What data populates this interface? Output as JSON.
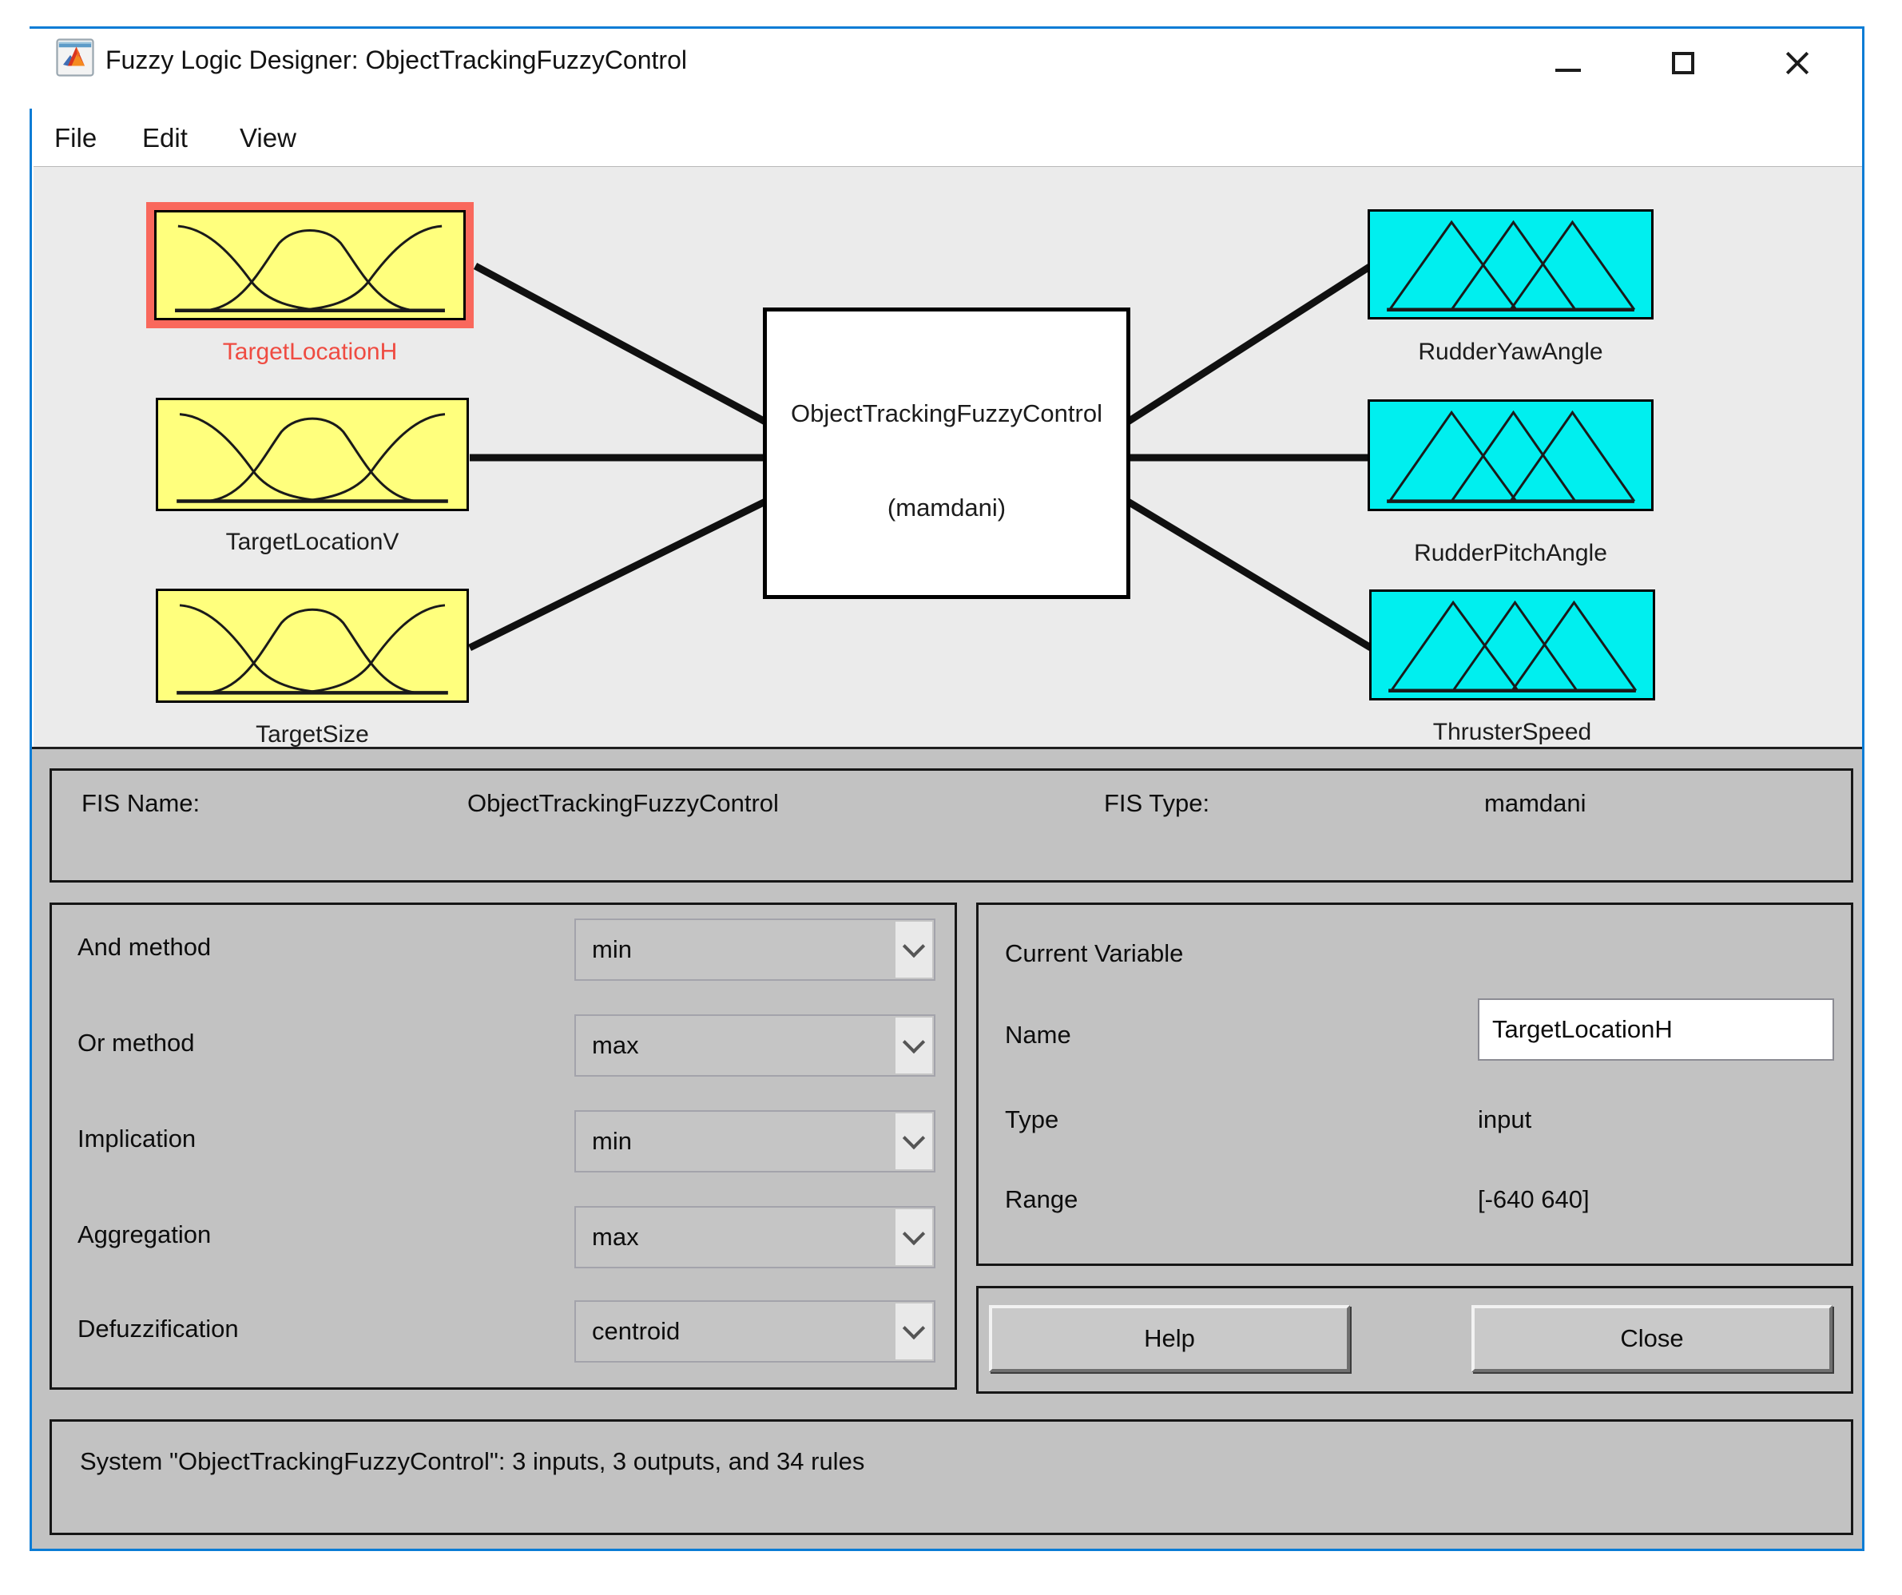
{
  "window": {
    "title": "Fuzzy Logic Designer: ObjectTrackingFuzzyControl",
    "icons": [
      "matlab-logo-icon",
      "minimize-icon",
      "maximize-icon",
      "close-icon"
    ]
  },
  "menu": {
    "items": [
      {
        "label": "File"
      },
      {
        "label": "Edit"
      },
      {
        "label": "View"
      }
    ]
  },
  "diagram": {
    "inputs": [
      {
        "label": "TargetLocationH",
        "selected": true,
        "mf_shape": "gaussian-3"
      },
      {
        "label": "TargetLocationV",
        "selected": false,
        "mf_shape": "gaussian-3"
      },
      {
        "label": "TargetSize",
        "selected": false,
        "mf_shape": "gaussian-3"
      }
    ],
    "center": {
      "name": "ObjectTrackingFuzzyControl",
      "type": "(mamdani)"
    },
    "outputs": [
      {
        "label": "RudderYawAngle",
        "mf_shape": "triangle-3"
      },
      {
        "label": "RudderPitchAngle",
        "mf_shape": "triangle-3"
      },
      {
        "label": "ThrusterSpeed",
        "mf_shape": "triangle-3"
      }
    ]
  },
  "fis_info": {
    "name_label": "FIS Name:",
    "name_value": "ObjectTrackingFuzzyControl",
    "type_label": "FIS Type:",
    "type_value": "mamdani"
  },
  "methods": {
    "rows": [
      {
        "label": "And method",
        "value": "min"
      },
      {
        "label": "Or method",
        "value": "max"
      },
      {
        "label": "Implication",
        "value": "min"
      },
      {
        "label": "Aggregation",
        "value": "max"
      },
      {
        "label": "Defuzzification",
        "value": "centroid"
      }
    ]
  },
  "current_variable": {
    "title": "Current Variable",
    "name_label": "Name",
    "name_value": "TargetLocationH",
    "type_label": "Type",
    "type_value": "input",
    "range_label": "Range",
    "range_value": "[-640 640]"
  },
  "buttons": {
    "help": "Help",
    "close": "Close"
  },
  "status": {
    "text": "System \"ObjectTrackingFuzzyControl\": 3 inputs, 3 outputs, and 34 rules"
  },
  "colors": {
    "window_border_blue": "#0b7cd5",
    "input_yellow": "#ffff7d",
    "output_cyan": "#00efef",
    "selection_red": "#f9685c",
    "selected_label_red": "#ef4b41",
    "canvas_gray": "#ebebeb",
    "panel_gray": "#c2c2c2"
  }
}
